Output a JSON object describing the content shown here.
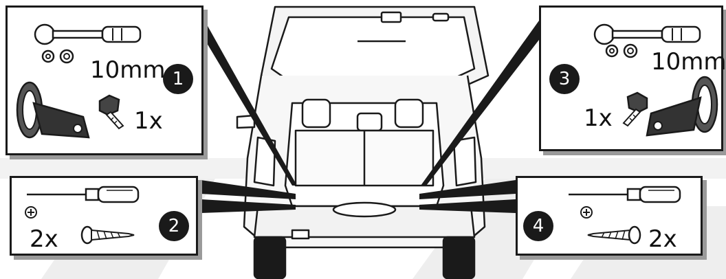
{
  "callouts": [
    {
      "number": "1",
      "size_label": "10mm",
      "qty_label": "1x"
    },
    {
      "number": "2",
      "qty_label": "2x"
    },
    {
      "number": "3",
      "size_label": "10mm",
      "qty_label": "1x"
    },
    {
      "number": "4",
      "qty_label": "2x"
    }
  ],
  "icons": {
    "wrench": "ratchet-wrench-icon",
    "sockets": "socket-icon",
    "bracket": "towing-eye-bracket-icon",
    "bolt": "flange-bolt-icon",
    "screwdriver": "phillips-screwdriver-icon",
    "screw": "self-tapping-screw-icon"
  },
  "colors": {
    "ink": "#1a1a1a",
    "shadow": "#9a9a9a",
    "swoosh": "#ececec"
  }
}
